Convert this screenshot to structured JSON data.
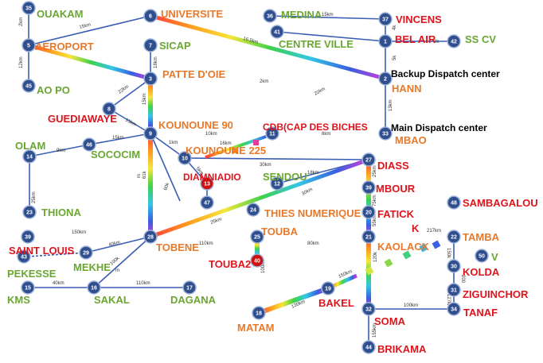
{
  "palette": {
    "node_fill": "#2f4f8f",
    "node_stroke": "#9fb3d9",
    "node_red": "#cc1111",
    "link_blue": "#3a5fb5",
    "label_orange": "#e8792a",
    "label_green": "#6aa632",
    "label_red": "#e0141c",
    "text_black": "#000000"
  },
  "nodes": [
    {
      "id": "35",
      "name": "OUAKAM",
      "label_color": "green"
    },
    {
      "id": "5",
      "name": "AEROPORT",
      "label_color": "orange"
    },
    {
      "id": "45",
      "name": "AO PO",
      "label_color": "green"
    },
    {
      "id": "6",
      "name": "UNIVERSITE",
      "label_color": "orange"
    },
    {
      "id": "7",
      "name": "SICAP",
      "label_color": "green"
    },
    {
      "id": "3",
      "name": "PATTE D'OIE",
      "label_color": "orange"
    },
    {
      "id": "36",
      "name": "MEDINA",
      "label_color": "green"
    },
    {
      "id": "41",
      "name": "CENTRE VILLE",
      "label_color": "green"
    },
    {
      "id": "37",
      "name": "VINCENS",
      "label_color": "red"
    },
    {
      "id": "1",
      "name": "BEL AIR",
      "label_color": "red"
    },
    {
      "id": "42",
      "name": "SS CV",
      "label_color": "green"
    },
    {
      "id": "2",
      "name": "HANN",
      "label_color": "orange"
    },
    {
      "id": "8",
      "name": "GUEDIAWAYE",
      "label_color": "red"
    },
    {
      "id": "9",
      "name": "KOUNOUNE 90",
      "label_color": "orange"
    },
    {
      "id": "11",
      "name": "CDB(CAP DES BICHES",
      "label_color": "red"
    },
    {
      "id": "33",
      "name": "MBAO",
      "label_color": "orange"
    },
    {
      "id": "14",
      "name": "OLAM",
      "label_color": "green"
    },
    {
      "id": "46",
      "name": "SOCOCIM",
      "label_color": "green"
    },
    {
      "id": "10",
      "name": "KOUNOUNE 225",
      "label_color": "orange"
    },
    {
      "id": "13",
      "name": "DIAMNIADIO",
      "label_color": "red"
    },
    {
      "id": "47",
      "name": "",
      "label_color": "none"
    },
    {
      "id": "12",
      "name": "SENDOU",
      "label_color": "green"
    },
    {
      "id": "27",
      "name": "DIASS",
      "label_color": "red"
    },
    {
      "id": "39",
      "name": "MBOUR",
      "label_color": "red"
    },
    {
      "id": "23",
      "name": "THIONA",
      "label_color": "green"
    },
    {
      "id": "24",
      "name": "THIES NUMERIQUE",
      "label_color": "orange"
    },
    {
      "id": "20",
      "name": "FATICK",
      "label_color": "red"
    },
    {
      "id": "48",
      "name": "SAMBAGALOU",
      "label_color": "red"
    },
    {
      "id": "39b",
      "name": "",
      "label_color": "none"
    },
    {
      "id": "43",
      "name": "SAINT LOUIS",
      "label_color": "red"
    },
    {
      "id": "29",
      "name": "MEKHE",
      "label_color": "green"
    },
    {
      "id": "28",
      "name": "TOBENE",
      "label_color": "orange"
    },
    {
      "id": "25",
      "name": "TOUBA",
      "label_color": "orange"
    },
    {
      "id": "40",
      "name": "TOUBA2",
      "label_color": "red"
    },
    {
      "id": "21",
      "name": "KAOLACK",
      "label_color": "orange"
    },
    {
      "id": "22",
      "name": "TAMBA",
      "label_color": "orange"
    },
    {
      "id": "50",
      "name": "V",
      "label_color": "green"
    },
    {
      "id": "30",
      "name": "KOLDA",
      "label_color": "red"
    },
    {
      "id": "31",
      "name": "ZIGUINCHOR",
      "label_color": "red"
    },
    {
      "id": "34",
      "name": "TANAF",
      "label_color": "red"
    },
    {
      "id": "15",
      "name": "KMS",
      "label_color": "green"
    },
    {
      "id": "16",
      "name": "SAKAL",
      "label_color": "green"
    },
    {
      "id": "17",
      "name": "DAGANA",
      "label_color": "green"
    },
    {
      "id": "19",
      "name": "BAKEL",
      "label_color": "red"
    },
    {
      "id": "18",
      "name": "MATAM",
      "label_color": "orange"
    },
    {
      "id": "32",
      "name": "SOMA",
      "label_color": "red"
    },
    {
      "id": "44",
      "name": "BRIKAMA",
      "label_color": "red"
    }
  ],
  "extra_labels": {
    "pekesse": "PEKESSE",
    "kaolack_k": "K"
  },
  "notes": {
    "backup": "Backup Dispatch center",
    "main": "Main Dispatch center"
  },
  "distances": {
    "d_35_5": "2km",
    "d_5_6": "15km",
    "d_5_45": "12km",
    "d_6_2": "16.5km",
    "d_7_3": "18km",
    "d_3_2": "2km",
    "d_6_2b": "20km",
    "d_36_37": "15km",
    "d_37_1": "4k",
    "d_1_42": "2k",
    "d_41_1": "5k",
    "d_2_33": "13km",
    "d_8_3": "22km",
    "d_8_9": "15km",
    "d_3_9": "15km",
    "d_9_11": "10km",
    "d_9_10": "1km",
    "d_11_33": "8km",
    "d_10_11": "16km",
    "d_14_46": "9km",
    "d_46_9": "15km",
    "d_10_27": "30km",
    "d_10_13": "5km",
    "d_12_27": "18km",
    "d_24_27": "30km",
    "d_27_39": "25km",
    "d_14_23": "25km",
    "d_9_28": "61k",
    "d_9_24": "60k",
    "d_28_24": "25km",
    "d_39_20": "75km",
    "d_20_21": "55km",
    "d_28_25": "110km",
    "d_25_21": "80km",
    "d_21_22": "217km",
    "d_29_28": "40km",
    "d_29_39b": "150km",
    "d_29_16": "100k",
    "d_15_16": "40km",
    "d_16_17": "110km",
    "d_21_32": "120k",
    "d_22_30": "150k",
    "d_30_31": "200",
    "d_31_34": "127km",
    "d_32_34": "100km",
    "d_19_18": "130km",
    "d_19_21": "150km",
    "d_32_44": "155km",
    "d_25_40": "100km",
    "d_28_29m": "m",
    "d_9_m": "m"
  }
}
